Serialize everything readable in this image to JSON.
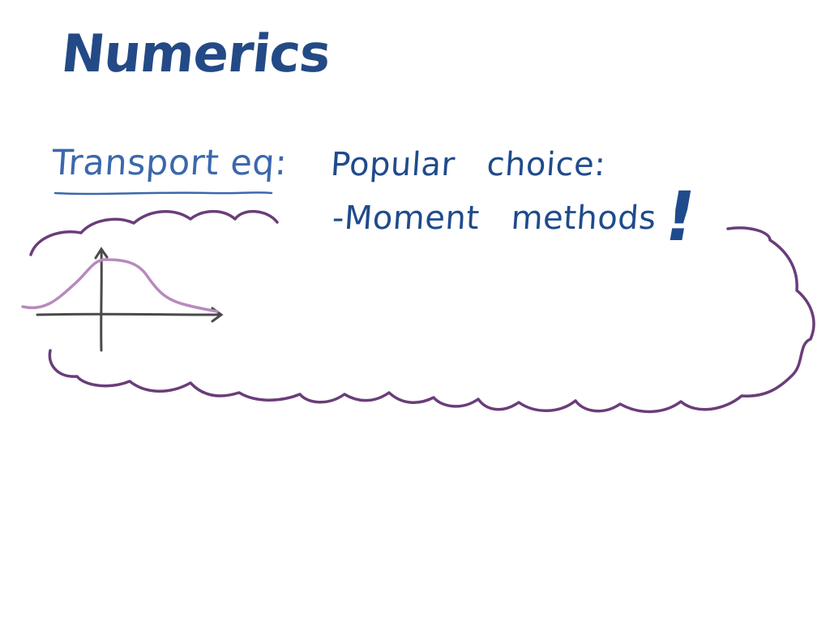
{
  "title": "Numerics",
  "heading": "Transport eq:",
  "note": {
    "line1": "Popular choice:",
    "line2": "-Moment methods",
    "emphasis": "!"
  },
  "colors": {
    "background": "#ffffff",
    "title_ink": "#234a86",
    "heading_ink": "#3b68ad",
    "note_ink": "#1f4b8c",
    "cloud_ink": "#6a3d7a",
    "curve_ink": "#b989bd",
    "axes_ink": "#4a4a4a"
  },
  "icons": {
    "cloud": "thought-cloud-outline",
    "sketch": "distribution-curve-sketch"
  }
}
